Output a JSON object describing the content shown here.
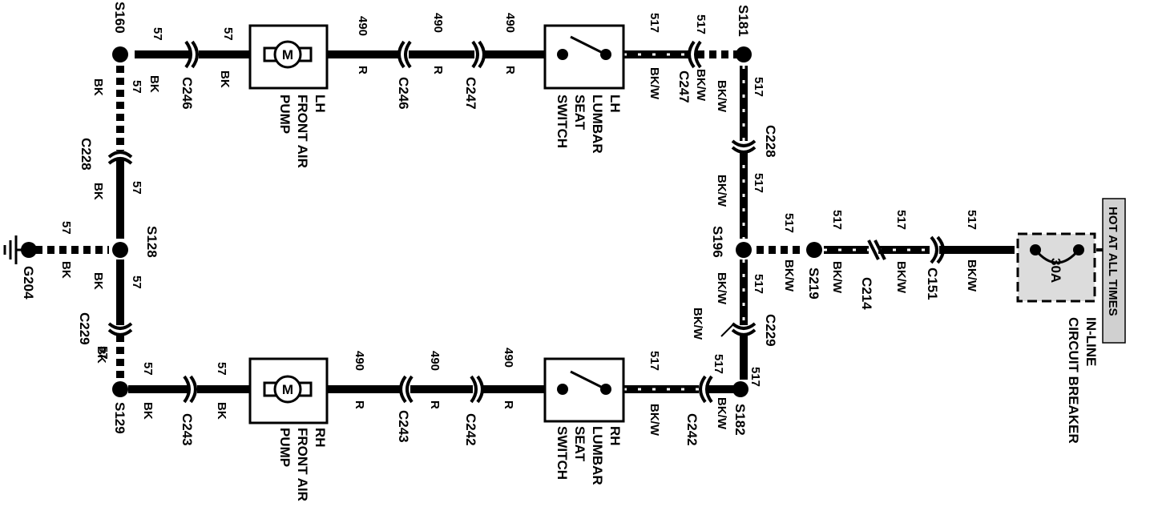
{
  "power_label": "HOT AT ALL TIMES",
  "breaker": {
    "rating": "30A",
    "label_line1": "IN-LINE",
    "label_line2": "CIRCUIT BREAKER"
  },
  "components": {
    "lh_pump": {
      "line1": "LH",
      "line2": "FRONT AIR",
      "line3": "PUMP",
      "symbol": "M"
    },
    "rh_pump": {
      "line1": "RH",
      "line2": "FRONT AIR",
      "line3": "PUMP",
      "symbol": "M"
    },
    "lh_switch": {
      "line1": "LH",
      "line2": "LUMBAR",
      "line3": "SEAT",
      "line4": "SWITCH"
    },
    "rh_switch": {
      "line1": "RH",
      "line2": "LUMBAR",
      "line3": "SEAT",
      "line4": "SWITCH"
    }
  },
  "splices": {
    "s160": "S160",
    "s128": "S128",
    "s129": "S129",
    "s181": "S181",
    "s196": "S196",
    "s182": "S182",
    "s219": "S219"
  },
  "ground": "G204",
  "connectors": {
    "c246a": "C246",
    "c246b": "C246",
    "c247a": "C247",
    "c247b": "C247",
    "c243a": "C243",
    "c243b": "C243",
    "c242a": "C242",
    "c242b": "C242",
    "c228l": "C228",
    "c228r": "C228",
    "c229l": "C229",
    "c229r": "C229",
    "c214": "C214",
    "c151": "C151"
  },
  "circuits": {
    "c57": "57",
    "c490": "490",
    "c517": "517"
  },
  "colors": {
    "bk": "BK",
    "r": "R",
    "bkw": "BK/W"
  }
}
